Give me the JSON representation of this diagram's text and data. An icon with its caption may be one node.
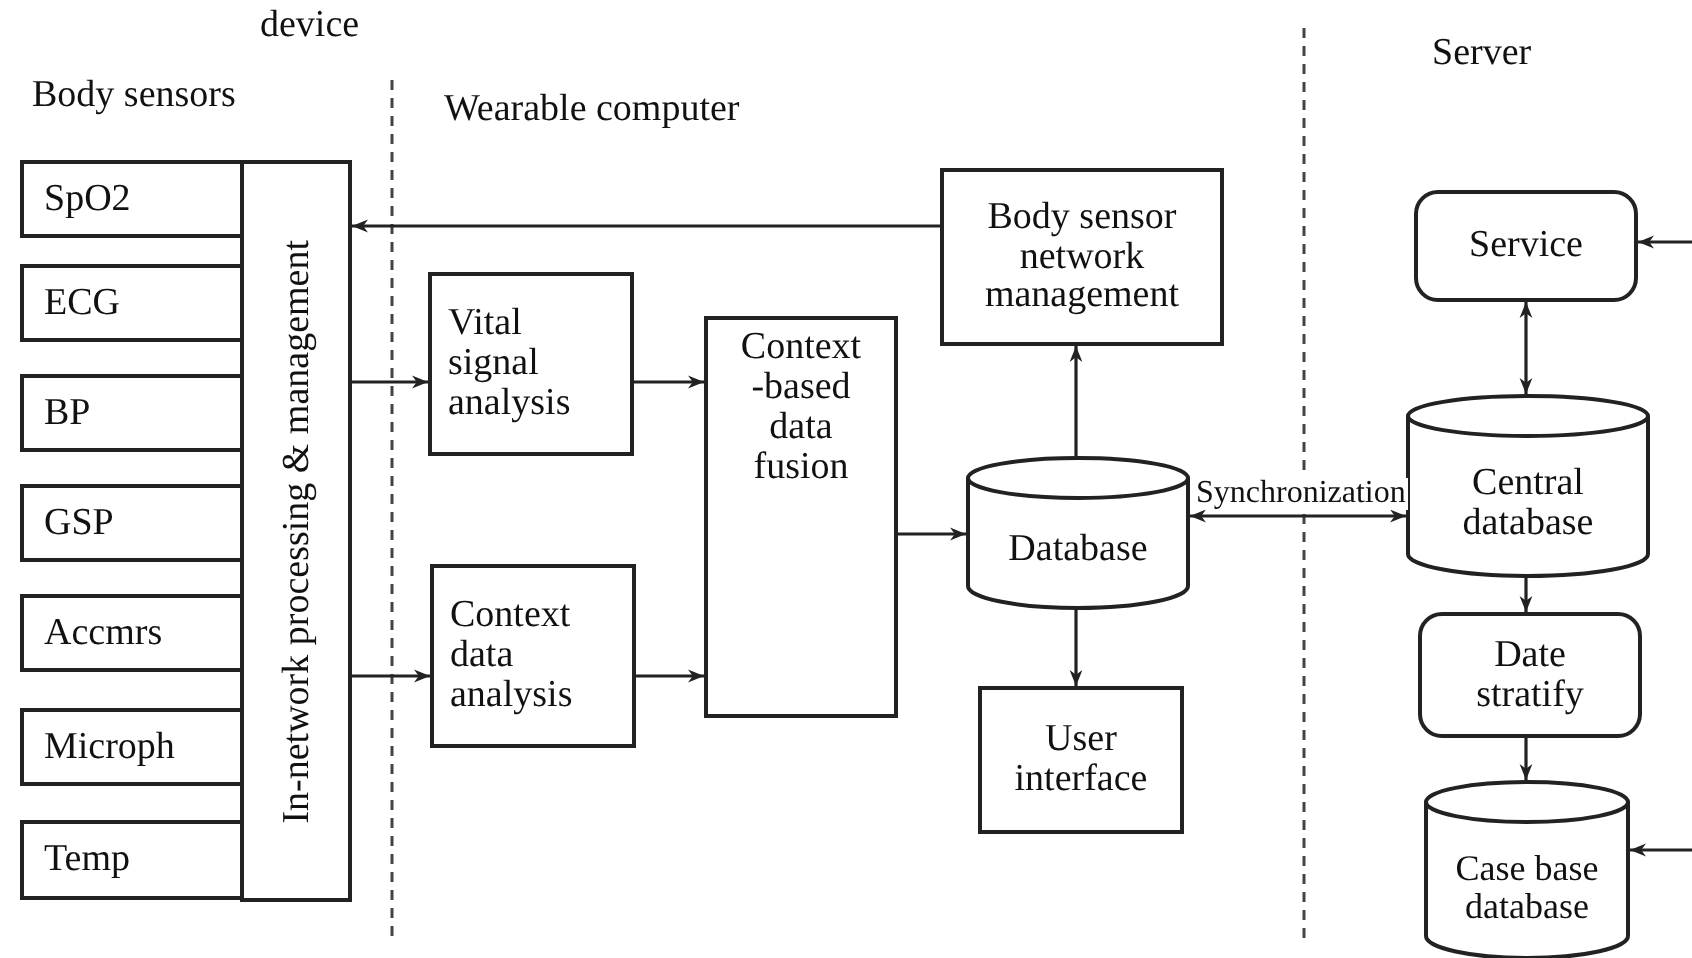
{
  "diagram": {
    "nodes": [
      {
        "text": [
          "SpO2"
        ]
      },
      {
        "text": [
          "ECG"
        ]
      },
      {
        "text": [
          "BP"
        ]
      },
      {
        "text": [
          "GSP"
        ]
      },
      {
        "text": [
          "Accmrs"
        ]
      },
      {
        "text": [
          "Microph"
        ]
      },
      {
        "text": [
          "Temp"
        ]
      },
      {
        "text": [
          "In-network processing & management"
        ]
      },
      {
        "text": [
          "Vital signal analysis"
        ]
      },
      {
        "text": [
          "Context data analysis"
        ]
      },
      {
        "text": [
          "Context -based data fusion"
        ]
      },
      {
        "text": [
          "Body sensor network management"
        ]
      },
      {
        "text": [
          "Database"
        ]
      },
      {
        "text": [
          "User interface"
        ]
      },
      {
        "text": [
          "Service"
        ]
      },
      {
        "text": [
          "Central database"
        ]
      },
      {
        "text": [
          "Date stratify"
        ]
      },
      {
        "text": [
          "Case base database"
        ]
      }
    ],
    "edges": [
      {
        "from": 11,
        "to": 7,
        "arrow": "to"
      },
      {
        "from": 7,
        "to": 8,
        "arrow": "to"
      },
      {
        "from": 7,
        "to": 9,
        "arrow": "to"
      },
      {
        "from": 8,
        "to": 10,
        "arrow": "to"
      },
      {
        "from": 9,
        "to": 10,
        "arrow": "to"
      },
      {
        "from": 10,
        "to": 12,
        "arrow": "to"
      },
      {
        "from": 12,
        "to": 11,
        "arrow": "to"
      },
      {
        "from": 12,
        "to": 13,
        "arrow": "to"
      },
      {
        "from": 12,
        "to": 15,
        "arrow": "both",
        "label": "Synchronization"
      },
      {
        "from": 14,
        "to": 15,
        "arrow": "both"
      },
      {
        "from": 15,
        "to": 16,
        "arrow": "to"
      },
      {
        "from": 16,
        "to": 17,
        "arrow": "to"
      },
      {
        "from": null,
        "to": 14,
        "arrow": "to"
      },
      {
        "from": null,
        "to": 17,
        "arrow": "to"
      }
    ],
    "labels": [
      "device",
      "Body sensors",
      "Wearable computer",
      "Server"
    ]
  }
}
